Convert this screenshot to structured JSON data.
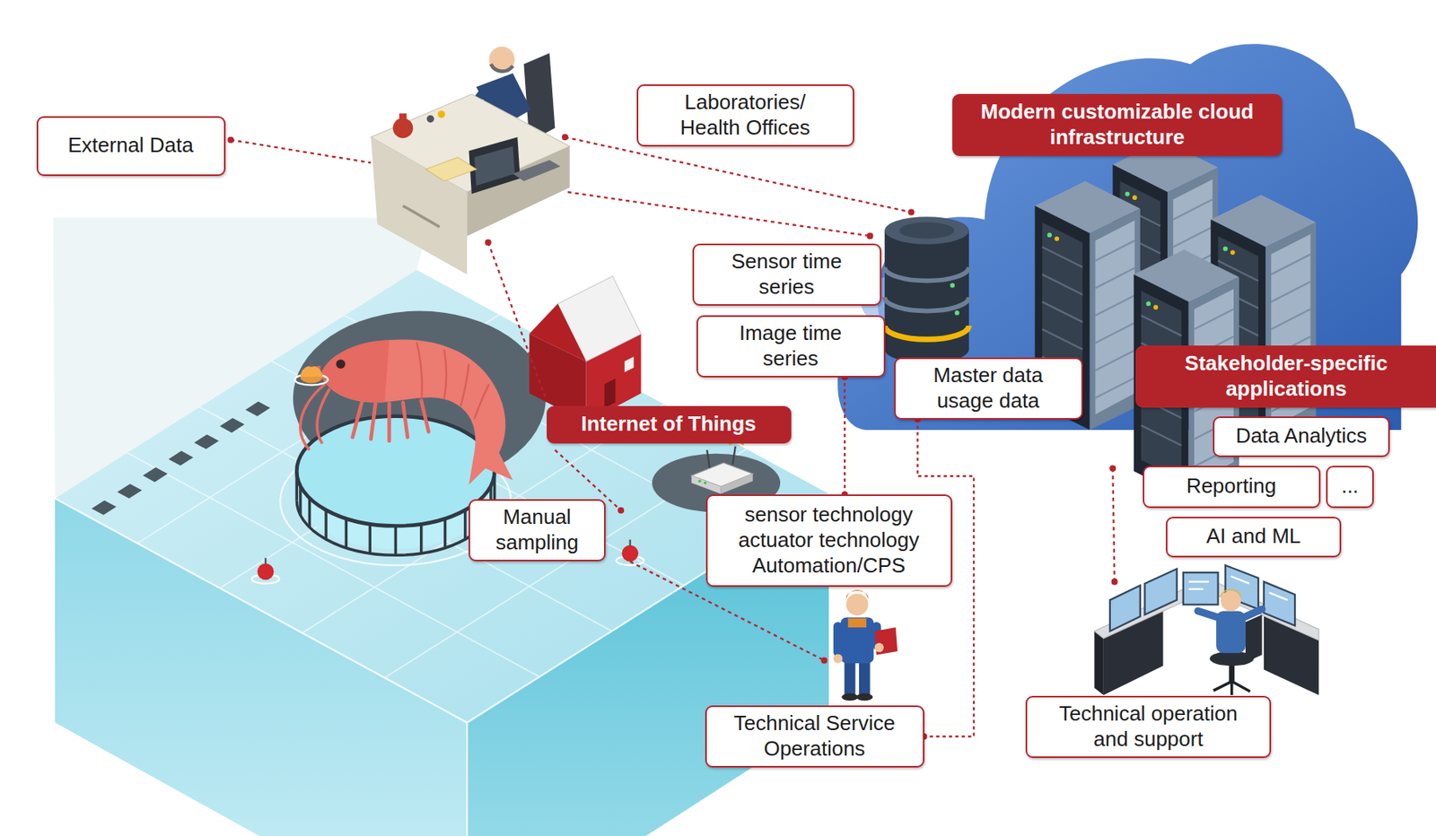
{
  "diagram": {
    "nodes": [
      {
        "text": [
          "External Data"
        ]
      },
      {
        "text": [
          "Laboratories/ Health Offices"
        ]
      },
      {
        "text": [
          "Modern customizable cloud infrastructure"
        ]
      },
      {
        "text": [
          "Sensor time series"
        ]
      },
      {
        "text": [
          "Image time series"
        ]
      },
      {
        "text": [
          "Master data usage data"
        ]
      },
      {
        "text": [
          "Stakeholder-specific applications"
        ]
      },
      {
        "text": [
          "Data Analytics"
        ]
      },
      {
        "text": [
          "Reporting"
        ]
      },
      {
        "text": [
          "..."
        ]
      },
      {
        "text": [
          "AI and ML"
        ]
      },
      {
        "text": [
          "Internet of Things"
        ]
      },
      {
        "text": [
          "Manual sampling"
        ]
      },
      {
        "text": [
          "sensor technology actuator technology Automation/CPS"
        ]
      },
      {
        "text": [
          "Technical Service Operations"
        ]
      },
      {
        "text": [
          "Technical operation and support"
        ]
      }
    ],
    "edges": [
      {
        "from": 5,
        "to": 14,
        "arrow": "none"
      },
      {
        "from": 13,
        "to": 4,
        "arrow": "none"
      }
    ]
  }
}
